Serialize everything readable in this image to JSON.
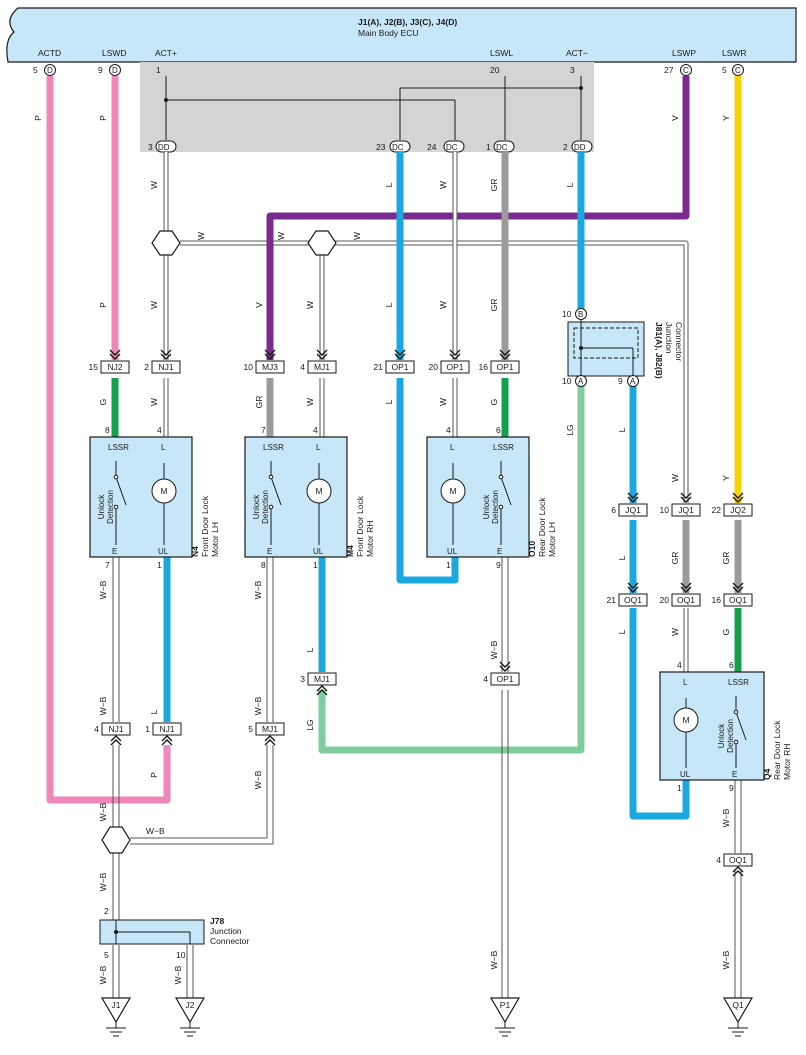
{
  "ecu": {
    "code": "J1(A), J2(B), J3(C), J4(D)",
    "name": "Main Body ECU",
    "pins": {
      "actd": {
        "label": "ACTD",
        "num": "5",
        "conn": "D"
      },
      "lswd": {
        "label": "LSWD",
        "num": "9",
        "conn": "D"
      },
      "actp": {
        "label": "ACT+",
        "num": "1"
      },
      "lswl": {
        "label": "LSWL",
        "num": "20"
      },
      "actm": {
        "label": "ACT−",
        "num": "3"
      },
      "lswp": {
        "label": "LSWP",
        "num": "27",
        "conn": "C"
      },
      "lswr": {
        "label": "LSWR",
        "num": "5",
        "conn": "C"
      }
    },
    "dd_pins": [
      {
        "num": "3",
        "conn": "DD"
      },
      {
        "num": "23",
        "conn": "DC"
      },
      {
        "num": "24",
        "conn": "DC"
      },
      {
        "num": "1",
        "conn": "DC"
      },
      {
        "num": "2",
        "conn": "DD"
      }
    ]
  },
  "wire_colors": {
    "P": "#ef87b9",
    "W": "#ffffff",
    "V": "#7a2b8f",
    "L": "#1ba8e0",
    "GR": "#9b9b9b",
    "Y": "#f7d400",
    "G": "#13a14a",
    "LG": "#7fcc9c",
    "WB": "#ffffff"
  },
  "wire_labels": {
    "p": "P",
    "w": "W",
    "v": "V",
    "l": "L",
    "gr": "GR",
    "y": "Y",
    "g": "G",
    "lg": "LG",
    "wb": "W−B"
  },
  "connectors": {
    "nj2": "NJ2",
    "nj1": "NJ1",
    "mj3": "MJ3",
    "mj1": "MJ1",
    "op1": "OP1",
    "jq1": "JQ1",
    "jq2": "JQ2",
    "oq1": "OQ1"
  },
  "pin_numbers": {
    "nj2": "15",
    "nj1_top": "2",
    "mj3": "10",
    "mj1_top": "4",
    "op1_a": "21",
    "op1_b": "20",
    "op1_c": "16",
    "n4_8": "8",
    "n4_4": "4",
    "m4_7": "7",
    "m4_4": "4",
    "o10_4": "4",
    "o10_6": "6",
    "n4_7": "7",
    "n4_1": "1",
    "m4_8": "8",
    "m4_1": "1",
    "o10_1": "1",
    "o10_9": "9",
    "jq1_a": "6",
    "jq1_b": "10",
    "jq2": "22",
    "oq1_a": "21",
    "oq1_b": "20",
    "oq1_c": "16",
    "q4_4": "4",
    "q4_6": "6",
    "q4_1": "1",
    "q4_9": "9",
    "mj1_3": "3",
    "op1_4": "4",
    "nj1_4": "4",
    "nj1_1": "1",
    "mj1_5": "5",
    "oq1_4": "4",
    "j78_2": "2",
    "j78_5": "5",
    "j78_10": "10",
    "j81_10b": "10",
    "j81_10a": "10",
    "j81_9": "9"
  },
  "components": {
    "n4": {
      "code": "N4",
      "name1": "Front Door Lock",
      "name2": "Motor LH"
    },
    "m4": {
      "code": "M4",
      "name1": "Front Door Lock",
      "name2": "Motor RH"
    },
    "o10": {
      "code": "O10",
      "name1": "Rear Door Lock",
      "name2": "Motor LH"
    },
    "q4": {
      "code": "Q4",
      "name1": "Rear Door Lock",
      "name2": "Motor RH"
    },
    "j81": {
      "code": "J81(A), J82(B)",
      "name1": "Junction",
      "name2": "Connector"
    },
    "j78": {
      "code": "J78",
      "name1": "Junction",
      "name2": "Connector"
    }
  },
  "motor_terms": {
    "lssr": "LSSR",
    "l": "L",
    "ul": "UL",
    "e": "E",
    "m": "M",
    "unlock": "Unlock",
    "detection": "Detection"
  },
  "circle_letters": {
    "a": "A",
    "b": "B"
  },
  "grounds": {
    "j1": "J1",
    "j2": "J2",
    "p1": "P1",
    "q1": "Q1"
  }
}
